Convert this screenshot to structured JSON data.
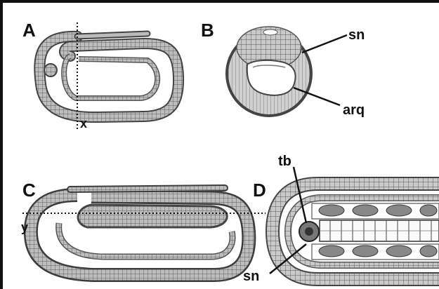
{
  "panels": {
    "A": "A",
    "B": "B",
    "C": "C",
    "D": "D"
  },
  "labels": {
    "x": "x",
    "y": "y",
    "sn_B": "sn",
    "arq": "arq",
    "tb": "tb",
    "sn_D": "sn"
  },
  "colors": {
    "border": "#111111",
    "tissue": "#8a8a8a",
    "tissue_dark": "#555555",
    "cells": "#ffffff"
  }
}
